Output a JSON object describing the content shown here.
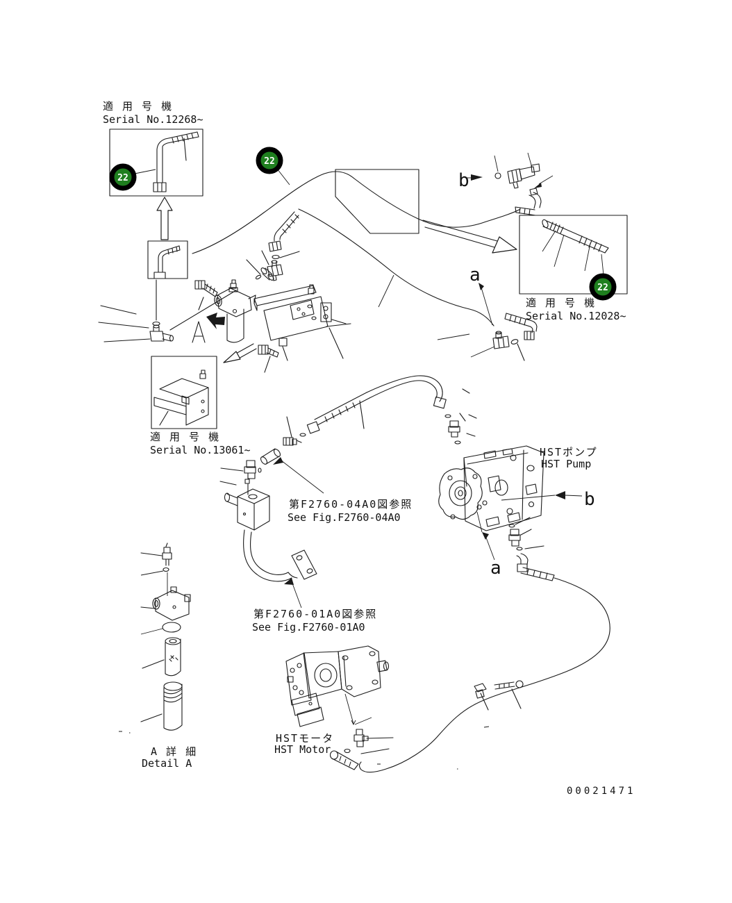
{
  "page": {
    "background": "#ffffff",
    "drawing_number": "00021471"
  },
  "balloon": {
    "number": "22",
    "fill": "#1f7f1f",
    "ring": "#000000",
    "text_color": "#ffffff"
  },
  "callouts": {
    "serial_12268": {
      "jp": "適 用 号 機",
      "en": "Serial No.12268~"
    },
    "serial_12028": {
      "jp": "適 用 号 機",
      "en": "Serial No.12028~"
    },
    "serial_13061": {
      "jp": "適 用 号 機",
      "en": "Serial No.13061~"
    }
  },
  "references": {
    "fig_04a0": {
      "jp": "第F2760-04A0図参照",
      "en": "See Fig.F2760-04A0"
    },
    "fig_01a0": {
      "jp": "第F2760-01A0図参照",
      "en": "See Fig.F2760-01A0"
    }
  },
  "components": {
    "hst_pump": {
      "jp": "HSTポンプ",
      "en": "HST Pump"
    },
    "hst_motor": {
      "jp": "HSTモータ",
      "en": "HST Motor"
    },
    "detail_a": {
      "jp": "A 詳 細",
      "en": "Detail A"
    }
  },
  "view_labels": {
    "a": "a",
    "b": "b"
  }
}
